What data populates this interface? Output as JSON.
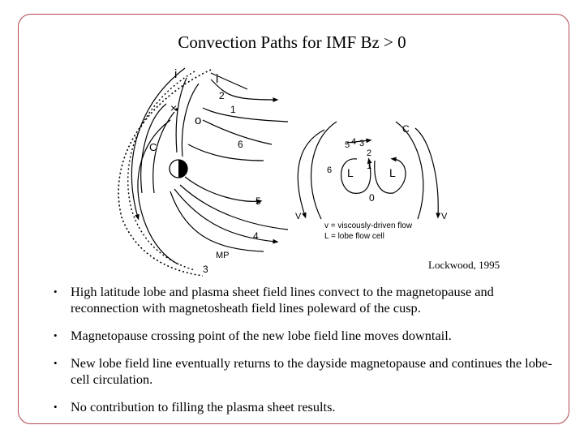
{
  "slide": {
    "title": "Convection Paths for IMF Bz > 0",
    "credit": "Lockwood, 1995"
  },
  "figure": {
    "labels": {
      "i_left": "i",
      "i_right": "i",
      "x_mark": "×",
      "o_top": "o",
      "c_left": "C",
      "c_right": "C",
      "mp": "MP",
      "path_1": "1",
      "path_2": "2",
      "path_3": "3",
      "path_4": "4",
      "path_5": "5",
      "path_6": "6",
      "d_5": "5",
      "d_4": "4",
      "d_3": "3",
      "d_2": "2",
      "d_1": "1",
      "d_6": "6",
      "lobe_left": "L",
      "lobe_right": "L",
      "o_bottom": "0",
      "v_left": "V",
      "v_right": "V",
      "legend_v": "v = viscously-driven flow",
      "legend_l": "L = lobe flow cell"
    }
  },
  "bullets": [
    "High latitude lobe and plasma sheet field lines convect to the magnetopause and reconnection with magnetosheath field lines poleward of the cusp.",
    "Magnetopause crossing point of the new lobe field line moves downtail.",
    "New lobe field line eventually returns to the dayside magnetopause and continues the lobe-cell circulation.",
    "No contribution to filling the plasma sheet results."
  ]
}
